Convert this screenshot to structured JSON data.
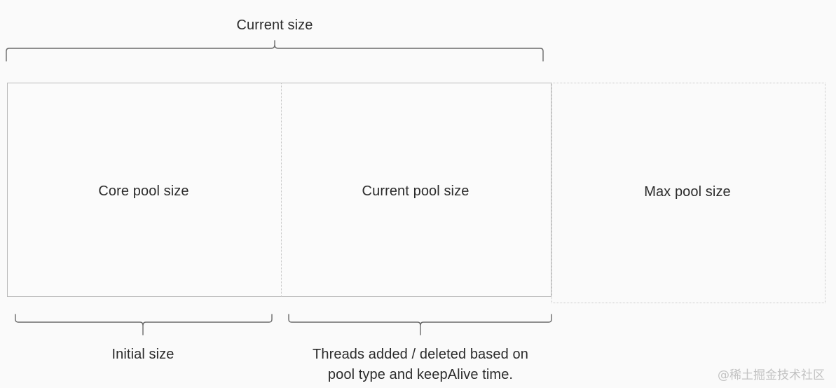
{
  "diagram": {
    "title_top": "Current size",
    "background_color": "#fafafa",
    "line_color": "#6a6a6a",
    "box_border_color": "#b9b9b9",
    "dotted_border_color": "#c9c9c9",
    "text_color": "#2b2b2b",
    "regions": [
      {
        "id": "core-pool",
        "label": "Core pool size",
        "style": "solid"
      },
      {
        "id": "current-pool",
        "label": "Current pool size",
        "style": "solid"
      },
      {
        "id": "max-pool",
        "label": "Max pool size",
        "style": "dotted"
      }
    ],
    "braces": [
      {
        "id": "current-size-brace",
        "position": "top",
        "label": "Current size"
      },
      {
        "id": "initial-size-brace",
        "position": "bottom",
        "label": "Initial size"
      },
      {
        "id": "threads-brace",
        "position": "bottom",
        "label_line_1": "Threads added / deleted based on",
        "label_line_2": "pool type and keepAlive time."
      }
    ]
  },
  "watermark": {
    "text": "@稀土掘金技术社区",
    "color": "#c2c2c2"
  }
}
